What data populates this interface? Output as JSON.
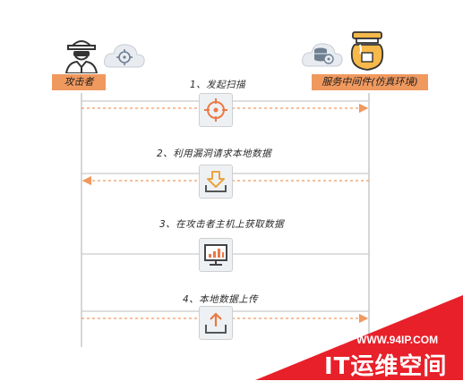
{
  "actors": {
    "attacker": {
      "label": "攻击者",
      "icon": "hacker-spy-icon",
      "badge_icon": "target-cloud-icon"
    },
    "server": {
      "label": "服务中间件(仿真环境)",
      "icon": "honeypot-jar-icon",
      "badge_icon": "database-cloud-icon"
    }
  },
  "steps": [
    {
      "label": "1、发起扫描",
      "direction": "attacker-to-server",
      "icon": "crosshair-icon"
    },
    {
      "label": "2、利用漏洞请求本地数据",
      "direction": "server-to-attacker",
      "icon": "download-tray-icon"
    },
    {
      "label": "3、在攻击者主机上获取数据",
      "direction": "none",
      "icon": "monitor-chart-icon"
    },
    {
      "label": "4、本地数据上传",
      "direction": "attacker-to-server",
      "icon": "upload-tray-icon"
    }
  ],
  "watermark": {
    "url": "WWW.94IP.COM",
    "title": "IT运维空间"
  },
  "colors": {
    "arrow": "#f0995f",
    "line": "#c9c9c9",
    "label_bg": "#f0995f",
    "watermark": "#e8202a"
  }
}
